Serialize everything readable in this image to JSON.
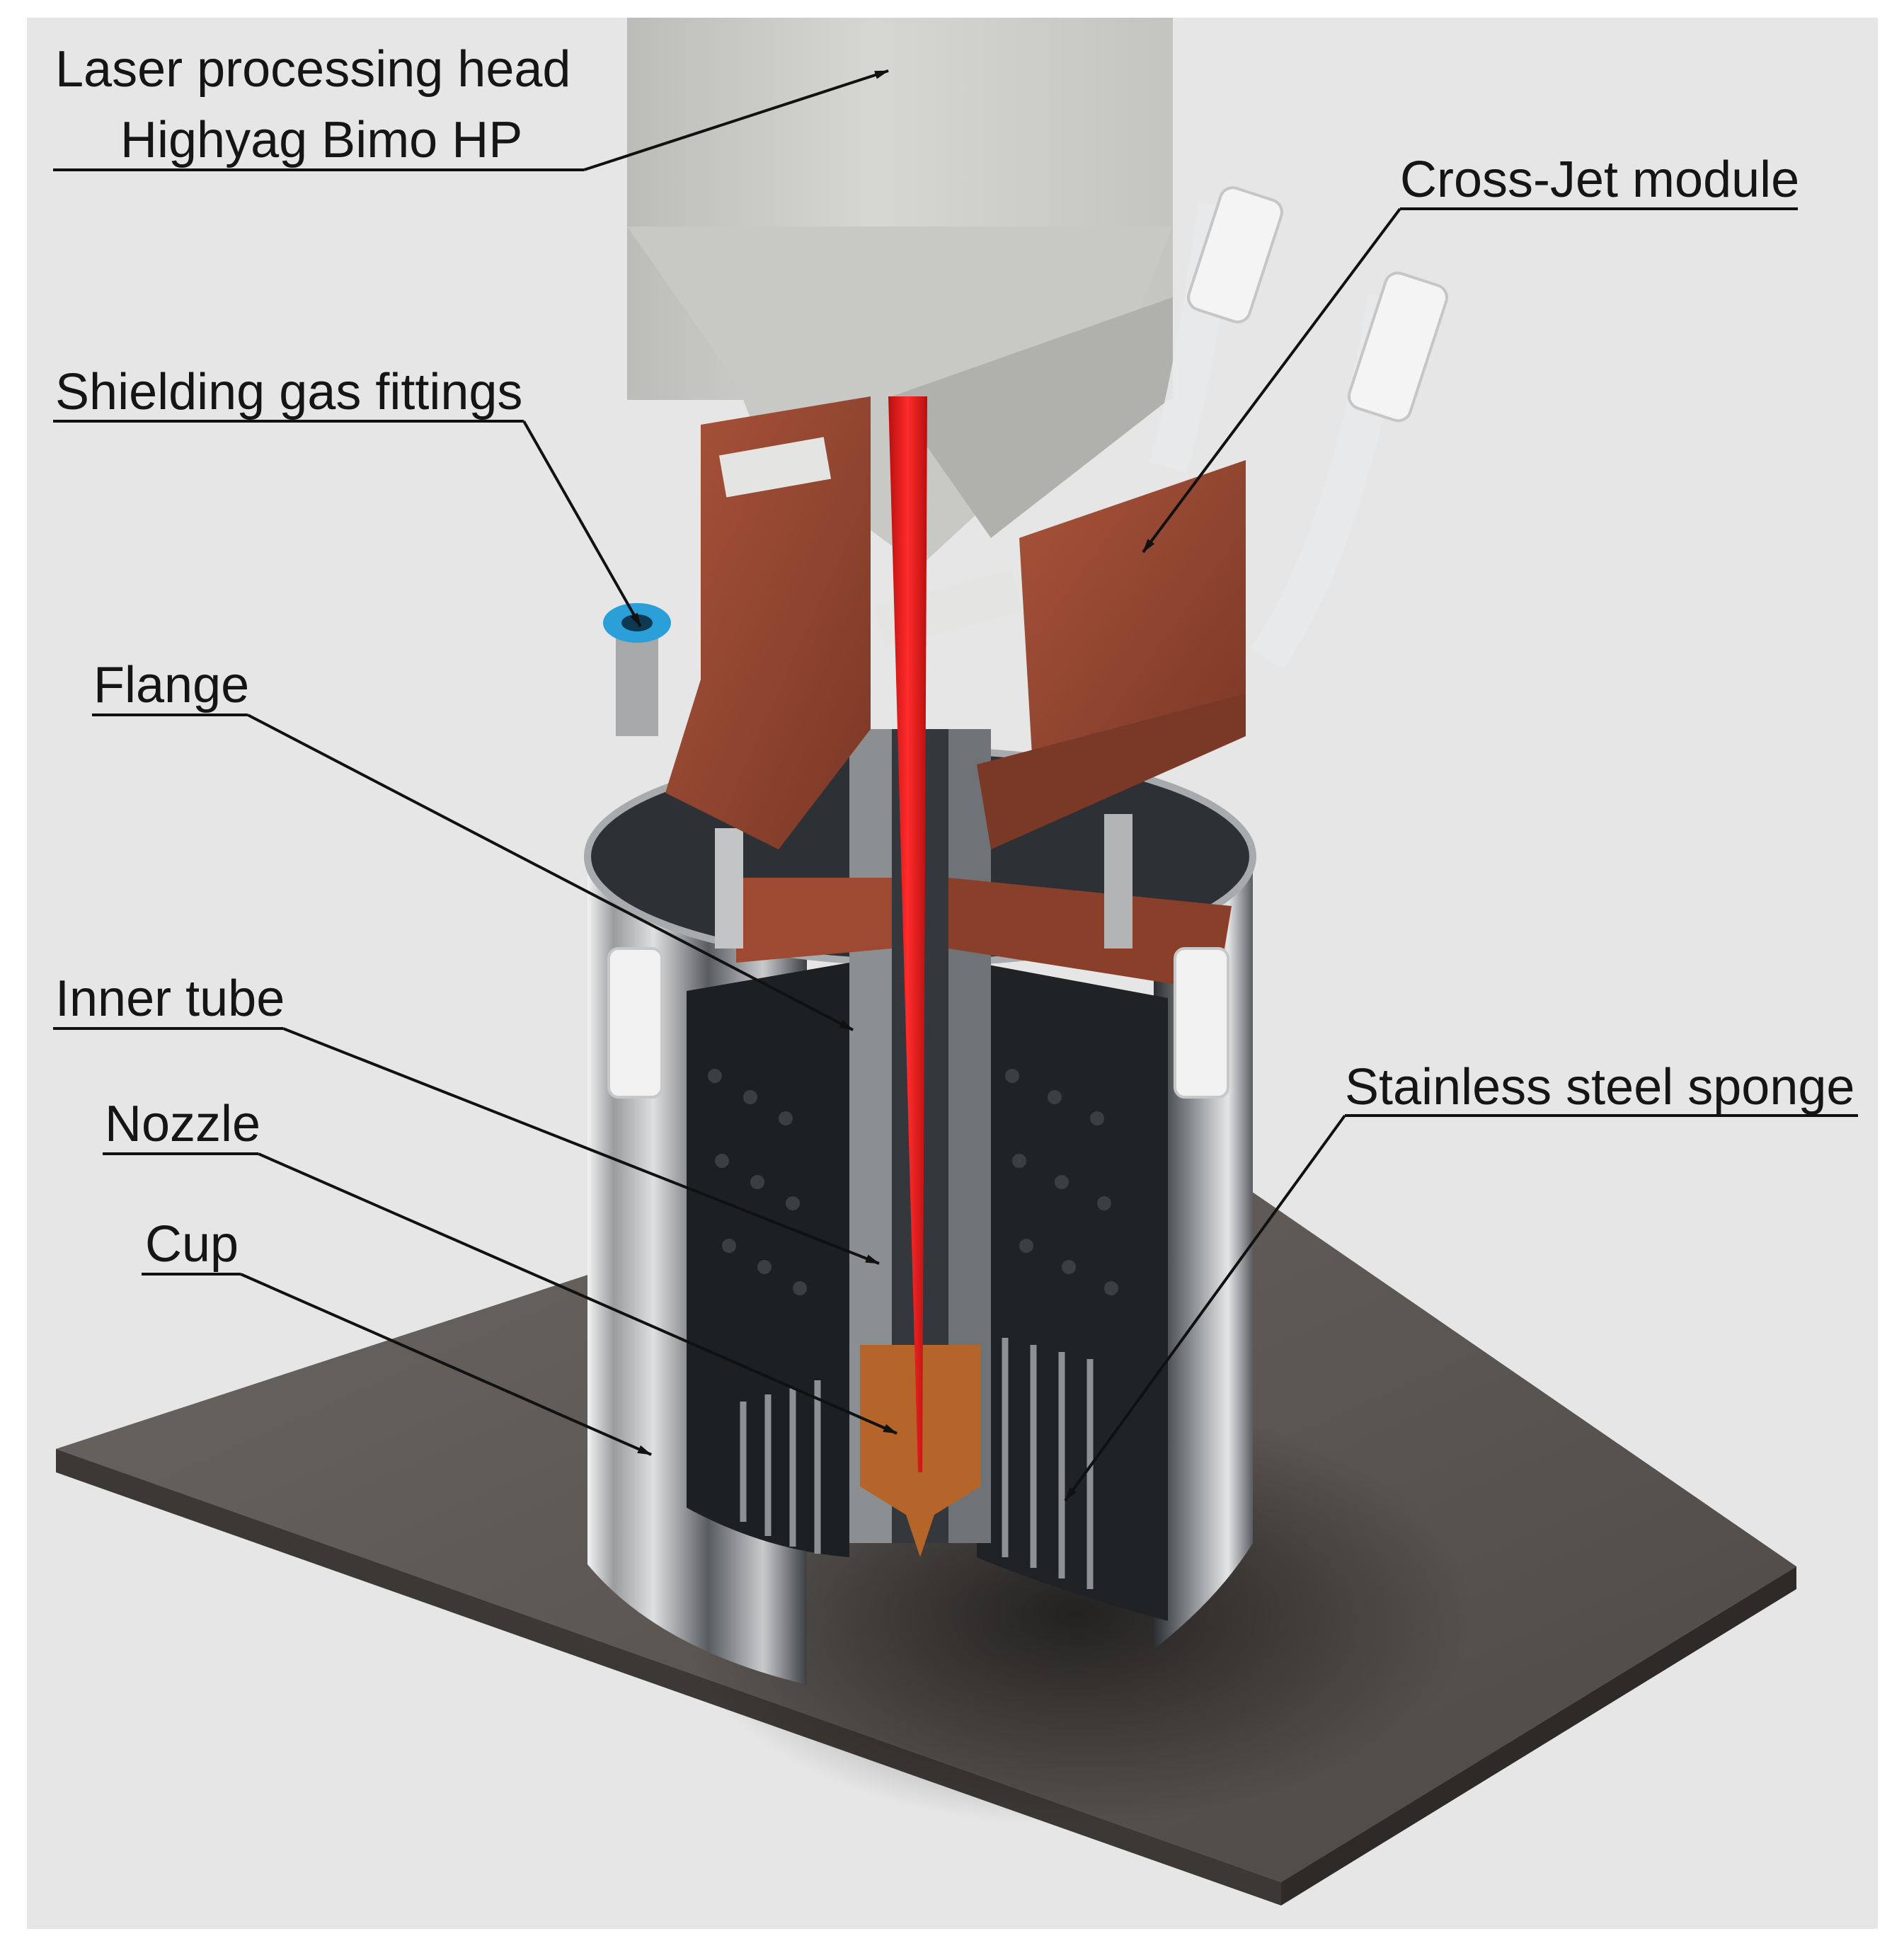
{
  "figure": {
    "labels": {
      "laser_head_line1": "Laser processing head",
      "laser_head_line2": "Highyag Bimo HP",
      "cross_jet": "Cross-Jet module",
      "shielding_gas": "Shielding gas fittings",
      "flange": "Flange",
      "inner_tube": "Inner tube",
      "nozzle": "Nozzle",
      "cup": "Cup",
      "sponge": "Stainless steel sponge"
    },
    "colors": {
      "background": "#e6e6e6",
      "laser_beam": "#e01a1a",
      "cross_jet_body": "#9b4a31",
      "head_body": "#cfcfcc",
      "base_plate": "#5e5854",
      "cup_metal": "#b9bbbd",
      "sponge_dark": "#202326",
      "nozzle_copper": "#b5652a",
      "fitting_blue": "#2a9fd8"
    },
    "icons": [
      "tube-fitting-icon",
      "push-fitting-icon"
    ]
  }
}
